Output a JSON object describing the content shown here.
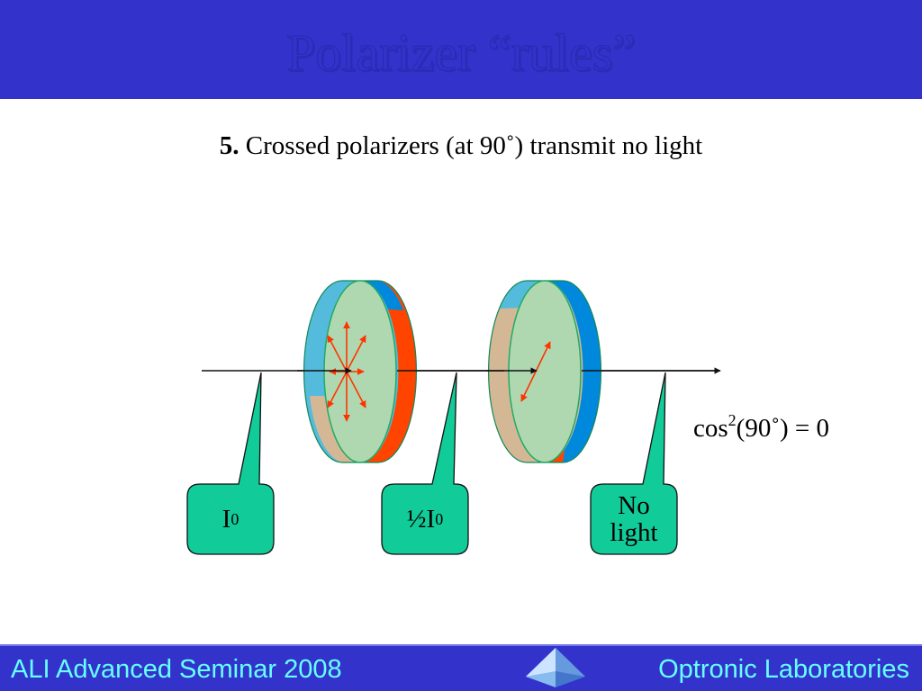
{
  "slide": {
    "title": "Polarizer “rules”",
    "rule_number": "5.",
    "rule_text": " Crossed polarizers (at 90˚) transmit no light"
  },
  "formula": {
    "prefix": "cos",
    "exponent": "2",
    "suffix": "(90˚) = 0"
  },
  "callouts": {
    "input": {
      "symbol": "I",
      "subscript": "0"
    },
    "half": {
      "symbol": "½I",
      "subscript": "0"
    },
    "output": {
      "line1": "No",
      "line2": "light"
    }
  },
  "footer": {
    "left": "ALI Advanced Seminar 2008",
    "right": "Optronic Laboratories"
  },
  "colors": {
    "header": "#3333cc",
    "footer_text": "#66ffff",
    "callout_fill": "#11cc99",
    "polarizer_face": "#b0d8b0",
    "arrow": "#ff3300",
    "rim_blue": "#0088dd",
    "rim_orange": "#ff4400",
    "rim_light_blue": "#55bbdd",
    "rim_tan": "#d4b896"
  }
}
